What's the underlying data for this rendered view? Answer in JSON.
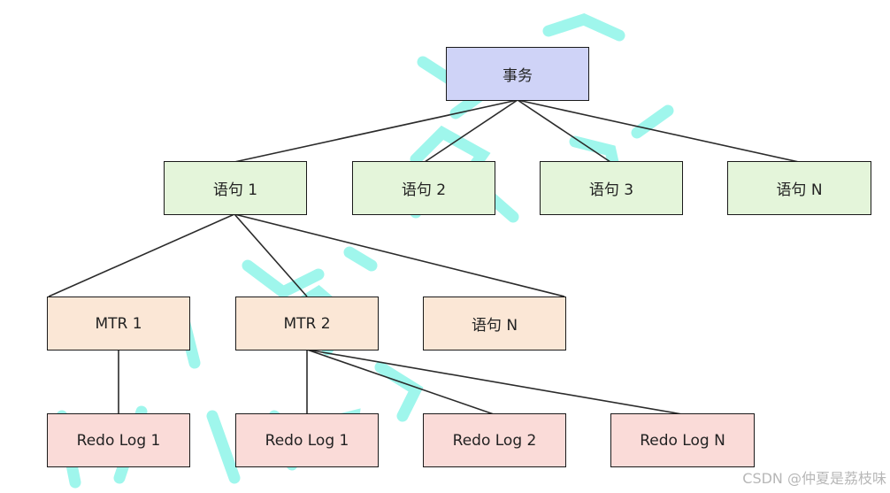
{
  "diagram": {
    "root": {
      "label": "事务"
    },
    "statements": [
      {
        "label": "语句 1"
      },
      {
        "label": "语句 2"
      },
      {
        "label": "语句 3"
      },
      {
        "label": "语句 N"
      }
    ],
    "mtrs": [
      {
        "label": "MTR 1"
      },
      {
        "label": "MTR 2"
      },
      {
        "label": "语句 N"
      }
    ],
    "redo_logs": [
      {
        "label": "Redo Log 1"
      },
      {
        "label": "Redo Log 1"
      },
      {
        "label": "Redo Log 2"
      },
      {
        "label": "Redo Log N"
      }
    ]
  },
  "watermark": "CSDN @仲夏是荔枝味",
  "colors": {
    "root_fill": "#cfd3f7",
    "statement_fill": "#e4f5da",
    "mtr_fill": "#fbe7d6",
    "redo_fill": "#fadbd8",
    "watermark_overlay": "#7ff3e6"
  }
}
